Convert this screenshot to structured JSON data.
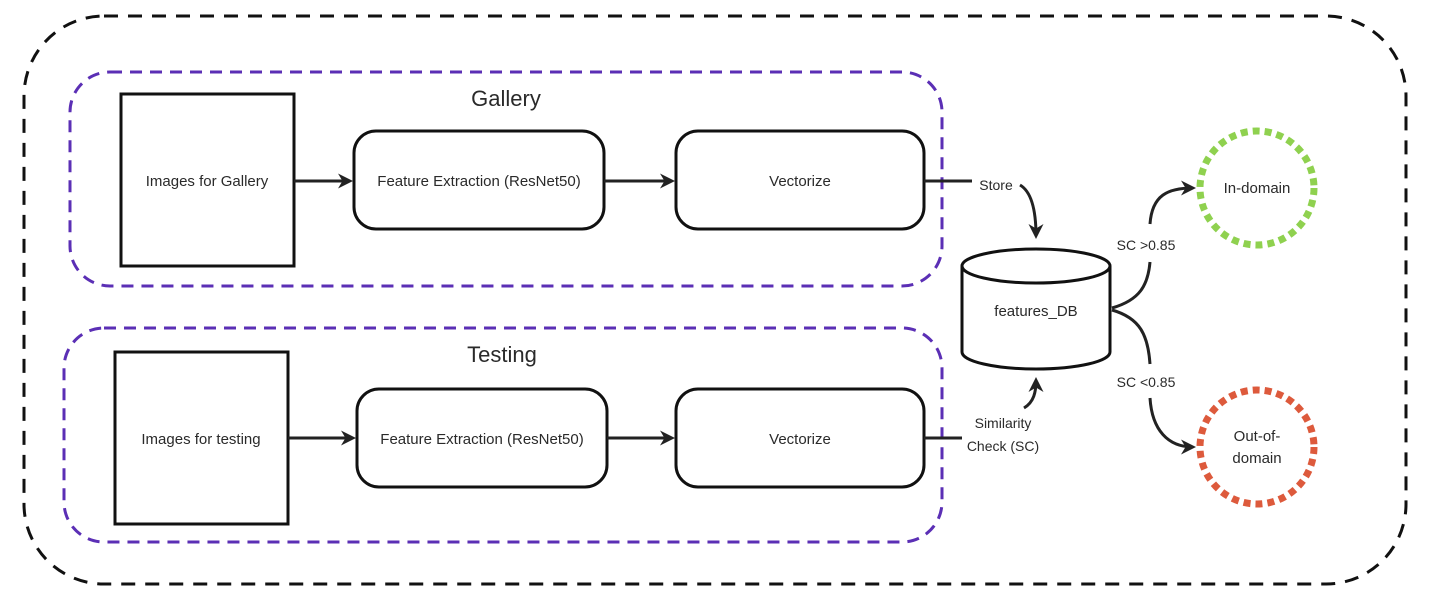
{
  "groups": {
    "gallery": {
      "title": "Gallery"
    },
    "testing": {
      "title": "Testing"
    }
  },
  "nodes": {
    "images_gallery": "Images for Gallery",
    "feature_extraction_gallery": "Feature Extraction (ResNet50)",
    "vectorize_gallery": "Vectorize",
    "images_testing": "Images for testing",
    "feature_extraction_testing": "Feature Extraction (ResNet50)",
    "vectorize_testing": "Vectorize",
    "features_db": "features_DB",
    "in_domain": "In-domain",
    "out_of_domain_line1": "Out-of-",
    "out_of_domain_line2": "domain"
  },
  "edges": {
    "store": "Store",
    "similarity_line1": "Similarity",
    "similarity_line2": "Check (SC)",
    "sc_high": "SC >0.85",
    "sc_low": "SC <0.85"
  },
  "colors": {
    "outer_border": "#111111",
    "group_border": "#5b2fb5",
    "in_domain": "#8fd14f",
    "out_of_domain": "#dd5a3c"
  }
}
